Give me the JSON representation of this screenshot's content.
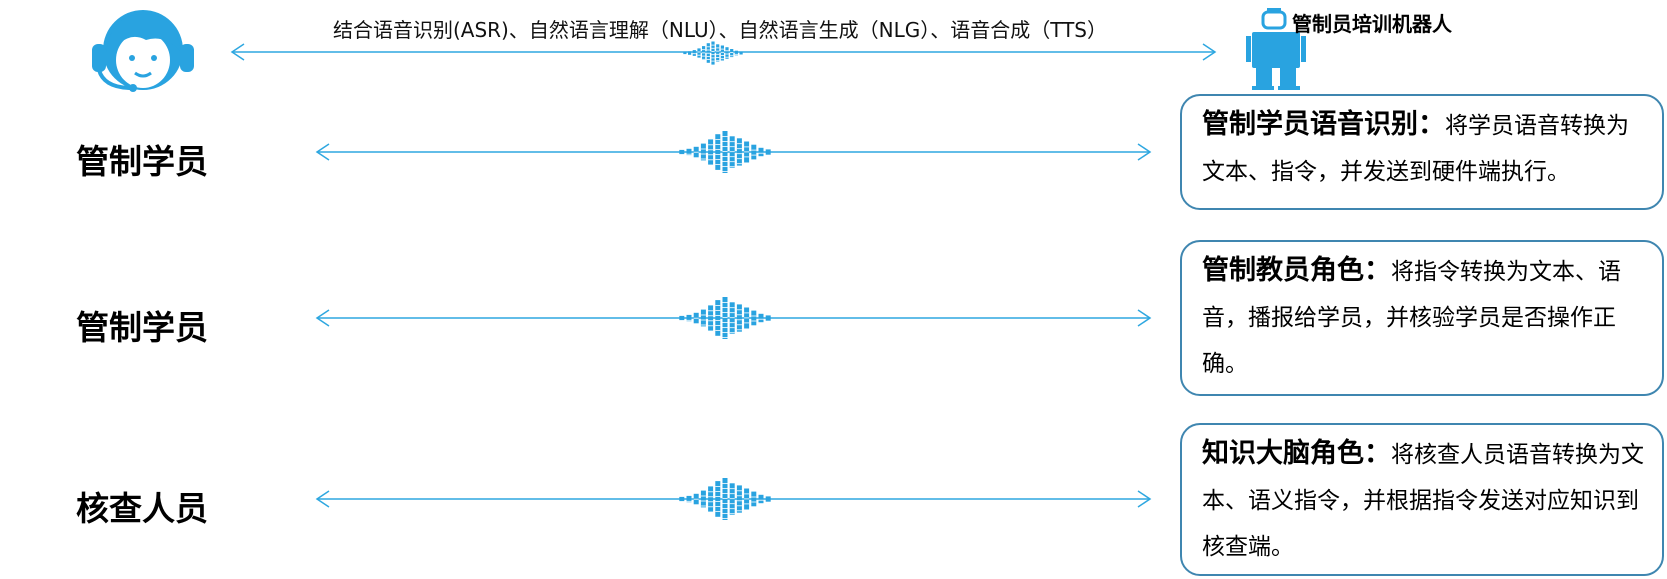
{
  "header": {
    "caption": "结合语音识别(ASR)、自然语言理解（NLU）、自然语言生成（NLG）、语音合成（TTS）",
    "robot_title": "管制员培训机器人"
  },
  "rows": [
    {
      "label": "管制学员",
      "box_head": "管制学员语音识别：",
      "box_body": "将学员语音转换为文本、指令，并发送到硬件端执行。"
    },
    {
      "label": "管制学员",
      "box_head": "管制教员角色：",
      "box_body": "将指令转换为文本、语音，播报给学员，并核验学员是否操作正确。"
    },
    {
      "label": "核查人员",
      "box_head": "知识大脑角色：",
      "box_body": "将核查人员语音转换为文本、语义指令，并根据指令发送对应知识到核查端。"
    }
  ],
  "icons": {
    "operator": "headset-operator-icon",
    "robot": "robot-icon",
    "wave": "sound-wave-icon"
  },
  "colors": {
    "line": "#2ea7e0",
    "icon": "#29a3e0",
    "box_border": "#3f86b0"
  }
}
